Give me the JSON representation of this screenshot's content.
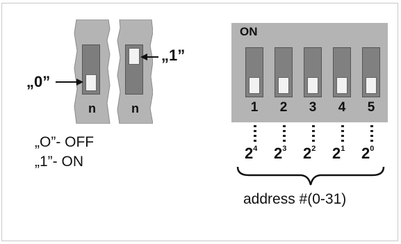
{
  "left": {
    "labels": [
      "n",
      "n"
    ],
    "zero_label": "„0”",
    "one_label": "„1”",
    "legend": [
      "„O”- OFF",
      "„1”- ON"
    ]
  },
  "right": {
    "on_label": "ON",
    "switch_numbers": [
      "1",
      "2",
      "3",
      "4",
      "5"
    ],
    "power_base": [
      "2",
      "2",
      "2",
      "2",
      "2"
    ],
    "power_exp": [
      "4",
      "3",
      "2",
      "1",
      "0"
    ],
    "caption": "address #(0-31)"
  },
  "colors": {
    "panel": "#b4b4b4",
    "slot": "#808080",
    "knob": "#f2f2f2"
  }
}
